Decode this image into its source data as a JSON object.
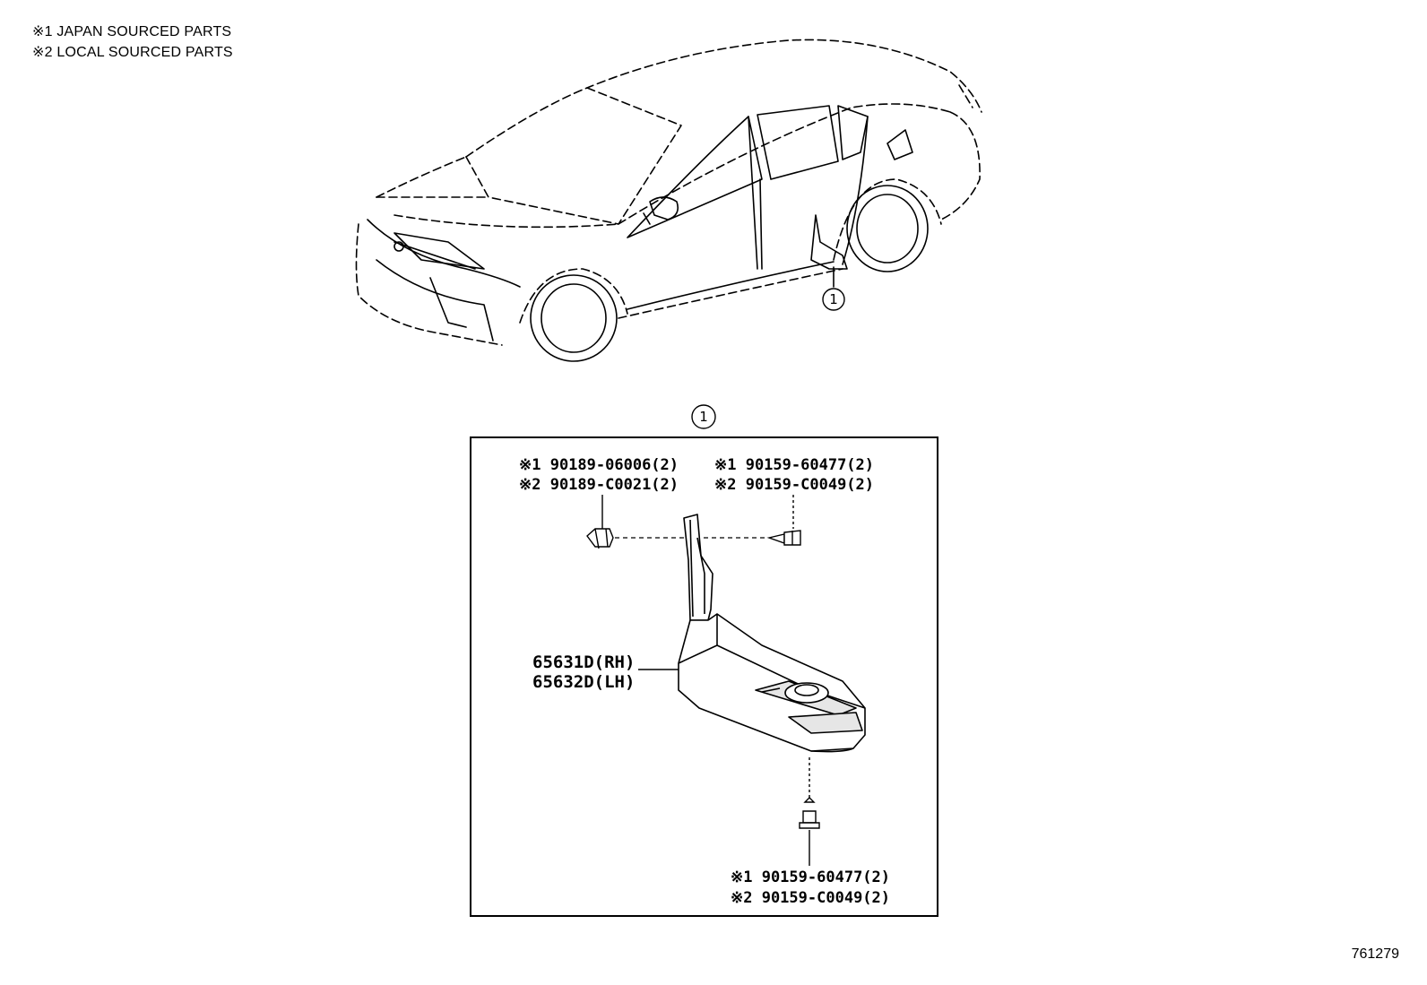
{
  "legend": {
    "line1": "※1 JAPAN SOURCED PARTS",
    "line2": "※2 LOCAL SOURCED PARTS"
  },
  "callout": {
    "car_marker": "1",
    "detail_marker": "1"
  },
  "parts": {
    "top_left": {
      "line1": "※1 90189-06006(2)",
      "line2": "※2 90189-C0021(2)"
    },
    "top_right": {
      "line1": "※1 90159-60477(2)",
      "line2": "※2 90159-C0049(2)"
    },
    "main": {
      "line1": "65631D(RH)",
      "line2": "65632D(LH)"
    },
    "bottom": {
      "line1": "※1 90159-60477(2)",
      "line2": "※2 90159-C0049(2)"
    }
  },
  "illustration_id": "761279",
  "colors": {
    "line": "#000000",
    "background": "#ffffff",
    "shade": "#e6e6e6"
  }
}
